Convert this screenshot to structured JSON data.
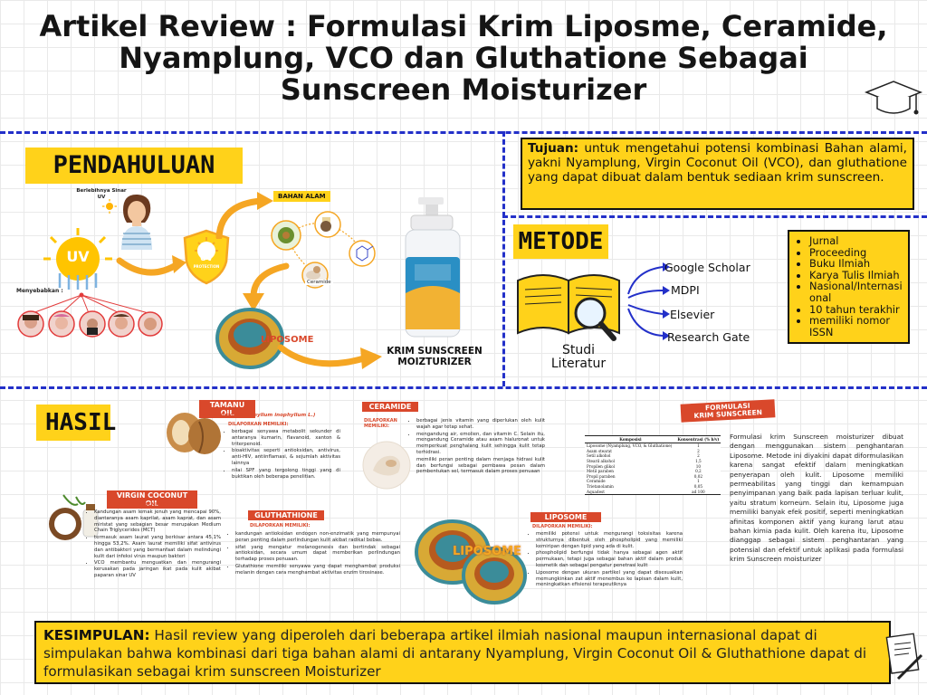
{
  "title": {
    "line1": "Artikel Review :  Formulasi Krim Liposme, Ceramide,",
    "line2": "Nyamplung, VCO dan Gluthatione Sebagai",
    "line3": "Sunscreen Moisturizer"
  },
  "pendahuluan": {
    "label": "PENDAHULUAN",
    "berlebihnya": "Berlebihnya Sinar UV",
    "uv": "UV",
    "menyebabkan": "Menyebabkan :",
    "uv_protection": "UV",
    "uv_protection_sub": "PROTECTION",
    "bahan_alam": "BAHAN ALAM",
    "liposome": "LIPOSOME",
    "ceramide": "Ceramide",
    "krim_line1": "KRIM SUNSCREEN",
    "krim_line2": "MOIZTURIZER",
    "effects": [
      "",
      "",
      "",
      "",
      ""
    ]
  },
  "tujuan": {
    "label": "Tujuan:",
    "text": " untuk mengetahui potensi kombinasi Bahan alami, yakni Nyamplung, Virgin Coconut Oil (VCO), dan gluthatione yang dapat dibuat dalam bentuk sediaan krim sunscreen."
  },
  "metode": {
    "label": "METODE",
    "studi_line1": "Studi",
    "studi_line2": "Literatur",
    "sources": [
      "Google Scholar",
      "MDPI",
      "Elsevier",
      "Research Gate"
    ],
    "criteria": [
      "Jurnal",
      "Proceeding",
      "Buku Ilmiah",
      "Karya Tulis Ilmiah",
      "Nasional/Internasional",
      "10 tahun terakhir",
      "memiliki nomor ISSN"
    ]
  },
  "hasil": {
    "label": "HASIL",
    "tamanu": {
      "tag": "TAMANU OIL",
      "latin": "Nyamplung (Calophyllum inophyllum L.)",
      "sub": "DILAPORKAN MEMILIKI:",
      "points": [
        "berbagai senyawa metabolit sekunder di antaranya kumarin, flavanoid, xanton & triterpenoid.",
        "bioaktivitas seperti antioksidan, antivirus, anti-HIV, antiinflamasi, & sejumlah aktivitas lainnya",
        "nilai SPF yang tergolong tinggi yang di buktikan oleh beberapa penelitian."
      ]
    },
    "vco": {
      "tag": "VIRGIN COCONUT OIL",
      "sub": "DILAPORKAN MEMILIKI:",
      "points": [
        "Kandungan asam lemak jenuh yang mencapai 90%, diantaranya asam kaprilat, asam kaprat, dan asam miristat yang sebagian besar merupakan Medium Chain Triglycerides (MCT)",
        "termasuk asam laurat yang berkisar antara 45,1% hingga 53,2%. Asam laurat memiliki sifat antivirus dan antibakteri yang bermanfaat dalam melindungi kulit dari infeksi virus maupun bakteri",
        "VCO membantu menguatkan dan mengurangi kerusakan pada jaringan ikat pada kulit akibat paparan sinar UV"
      ]
    },
    "gluthathione": {
      "tag": "GLUTHATHIONE",
      "sub": "DILAPORKAN MEMILIKI:",
      "points": [
        "kandungan antioksidan endogen non-enzimatik yang mempunyai peran penting dalam perlindungan kulit akibat radikal bebas.",
        "sifat yang mengatur melanogenesis dan bertindak sebagai antioksidan, secara umum dapat memberikan perlindungan terhadap proses penuaan.",
        "Glutathione memiliki senyawa yang dapat menghambat produksi melanin dengan cara menghambat aktivitas enzim tirosinase."
      ]
    },
    "ceramide": {
      "tag": "CERAMIDE",
      "sub": "DILAPORKAN MEMILIKI:",
      "points": [
        "berbagai jenis vitamin yang diperlukan oleh kulit wajah agar tetap sehat.",
        "mengandung air, emolien, dan vitamin C. Selain itu, mengandung Ceramide atau asam hialuronat untuk memperkuat penghalang kulit sehingga kulit tetap terhidrasi.",
        "memiliki peran penting dalam menjaga hidrasi kulit dan berfungsi sebagai pembawa pesan dalam pembentukan sel, termasuk dalam proses penuaan"
      ]
    },
    "liposome": {
      "tag": "LIPOSOME",
      "sub": "DILAPORKAN MEMILIKI:",
      "image_label": "LIPOSOME",
      "points": [
        "memiliki potensi untuk mengurangi toksisitas karena strukturnya dibentuk oleh phospholipid yang memiliki kemiripan dengan lipid yang ada di kulit.",
        "phospholipid berfungsi tidak hanya sebagai agen aktif permukaan, tetapi juga sebagai bahan aktif dalam produk kosmetik dan sebagai pengatur penetrasi kulit",
        "Liposome dengan ukuran partikel yang dapat disesuaikan memungkinkan zat aktif menembus ke lapisan dalam kulit, meningkatkan efisiensi terapeutiknya"
      ]
    },
    "formulasi": {
      "tag_line1": "FORMULASI",
      "tag_line2": "KRIM SUNSCREEN",
      "table_headers": [
        "Komposisi",
        "Konsentrasi (% b/v)"
      ],
      "table_rows": [
        [
          "Liposome (Nyamplung, VCO, & Gluthatione)",
          "1"
        ],
        [
          "Asam stearat",
          "2"
        ],
        [
          "Setil alkohol",
          "2"
        ],
        [
          "Stearil alkohol",
          "1,5"
        ],
        [
          "Propilen glikol",
          "10"
        ],
        [
          "Metil paraben",
          "0,2"
        ],
        [
          "Propil paraben",
          "0,02"
        ],
        [
          "Ceramide",
          "1"
        ],
        [
          "Trietanolamin",
          "0,05"
        ],
        [
          "Aquadest",
          "ad 100"
        ]
      ],
      "text": "Formulasi krim Sunscreen moisturizer dibuat dengan menggunakan sistem penghantaran Liposome. Metode ini diyakini dapat diformulasikan karena sangat efektif dalam meningkatkan penyerapan oleh kulit. Liposome memiliki permeabilitas yang tinggi dan kemampuan penyimpanan yang baik pada lapisan terluar kulit, yaitu stratum korneum. Selain itu, Liposome juga memiliki banyak efek positif, seperti meningkatkan afinitas komponen aktif yang kurang larut atau bahan kimia pada kulit. Oleh karena itu, Liposome dianggap sebagai sistem penghantaran yang potensial dan efektif untuk aplikasi pada formulasi krim Sunscreen moisturizer"
    }
  },
  "kesimpulan": {
    "label": "KESIMPULAN:",
    "text": " Hasil review yang diperoleh dari beberapa artikel ilmiah nasional maupun internasional dapat di simpulakan bahwa kombinasi dari tiga bahan alami di antarany Nyamplung, Virgin Coconut Oil & Gluthathione dapat di formulasikan sebagai krim sunscreen Moisturizer"
  },
  "colors": {
    "accent_yellow": "#ffd21a",
    "dash_blue": "#2330c9",
    "tag_red": "#d9482b",
    "arrow_orange": "#f5a623"
  }
}
